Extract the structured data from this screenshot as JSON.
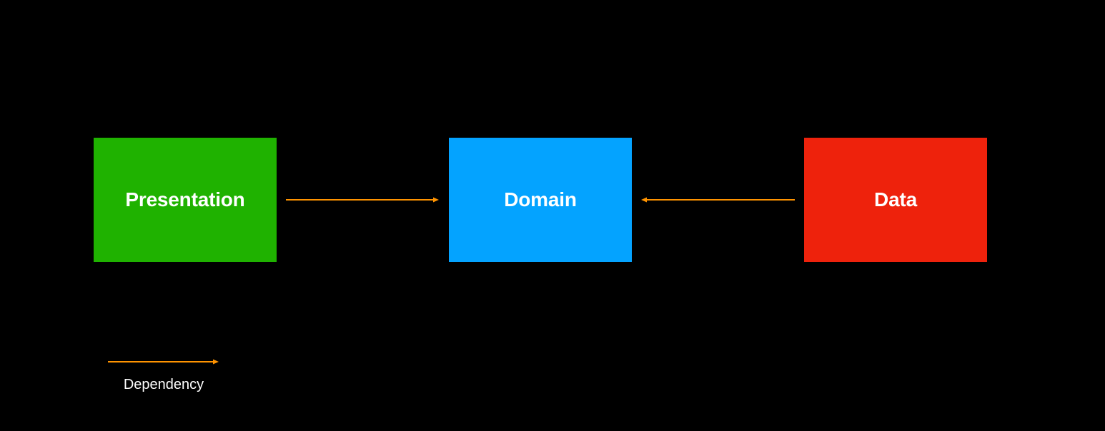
{
  "layers": {
    "presentation": {
      "label": "Presentation",
      "color": "#1fb200"
    },
    "domain": {
      "label": "Domain",
      "color": "#04a3ff"
    },
    "data": {
      "label": "Data",
      "color": "#ee220c"
    }
  },
  "arrow_color": "#ff9300",
  "dependencies": [
    {
      "from": "presentation",
      "to": "domain"
    },
    {
      "from": "data",
      "to": "domain"
    }
  ],
  "legend": {
    "label": "Dependency"
  }
}
